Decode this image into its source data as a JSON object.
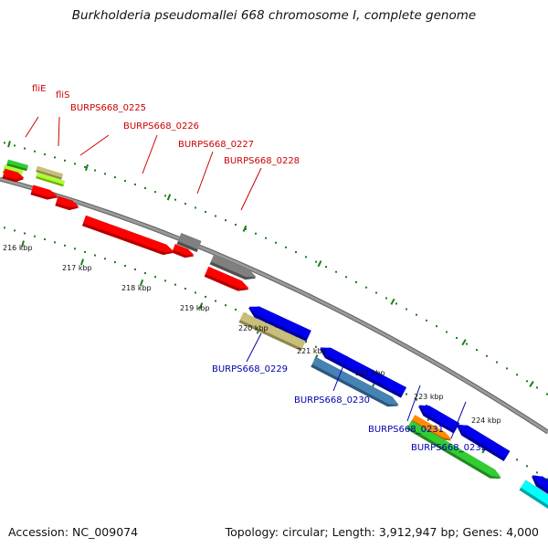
{
  "title": "Burkholderia pseudomallei 668 chromosome I, complete genome",
  "accession": "Accession: NC_009074",
  "topology": "Topology: circular; Length: 3,912,947 bp; Genes: 4,000",
  "colors": {
    "backbone": "#8a8a8a",
    "tick": "#1a7f1a",
    "label_top": "#cc0000",
    "label_bottom": "#0000aa"
  },
  "scale_labels": [
    "216 kbp",
    "217 kbp",
    "218 kbp",
    "219 kbp",
    "220 kbp",
    "221 kbp",
    "222 kbp",
    "223 kbp",
    "224 kbp"
  ],
  "top_labels": [
    "fliE",
    "fliS",
    "BURPS668_0225",
    "BURPS668_0226",
    "BURPS668_0227",
    "BURPS668_0228"
  ],
  "bottom_labels": [
    "BURPS668_0229",
    "BURPS668_0230",
    "BURPS668_0231",
    "BURPS668_0232"
  ],
  "features": [
    {
      "color": "#ff0000",
      "shade": "#b30000",
      "strand": "forward"
    },
    {
      "color": "#0000ee",
      "shade": "#00009a",
      "strand": "reverse"
    },
    {
      "color": "#808080",
      "shade": "#505050",
      "strand": "forward"
    },
    {
      "color": "#c8bf7a",
      "shade": "#8f8750",
      "strand": "none"
    },
    {
      "color": "#4682b4",
      "shade": "#2c5680",
      "strand": "forward"
    },
    {
      "color": "#ff8c00",
      "shade": "#b36200",
      "strand": "forward"
    },
    {
      "color": "#33cc33",
      "shade": "#1e8a1e",
      "strand": "forward"
    },
    {
      "color": "#adff2f",
      "shade": "#6fb010",
      "strand": "none"
    },
    {
      "color": "#00ffff",
      "shade": "#00a8a8",
      "strand": "none"
    }
  ]
}
